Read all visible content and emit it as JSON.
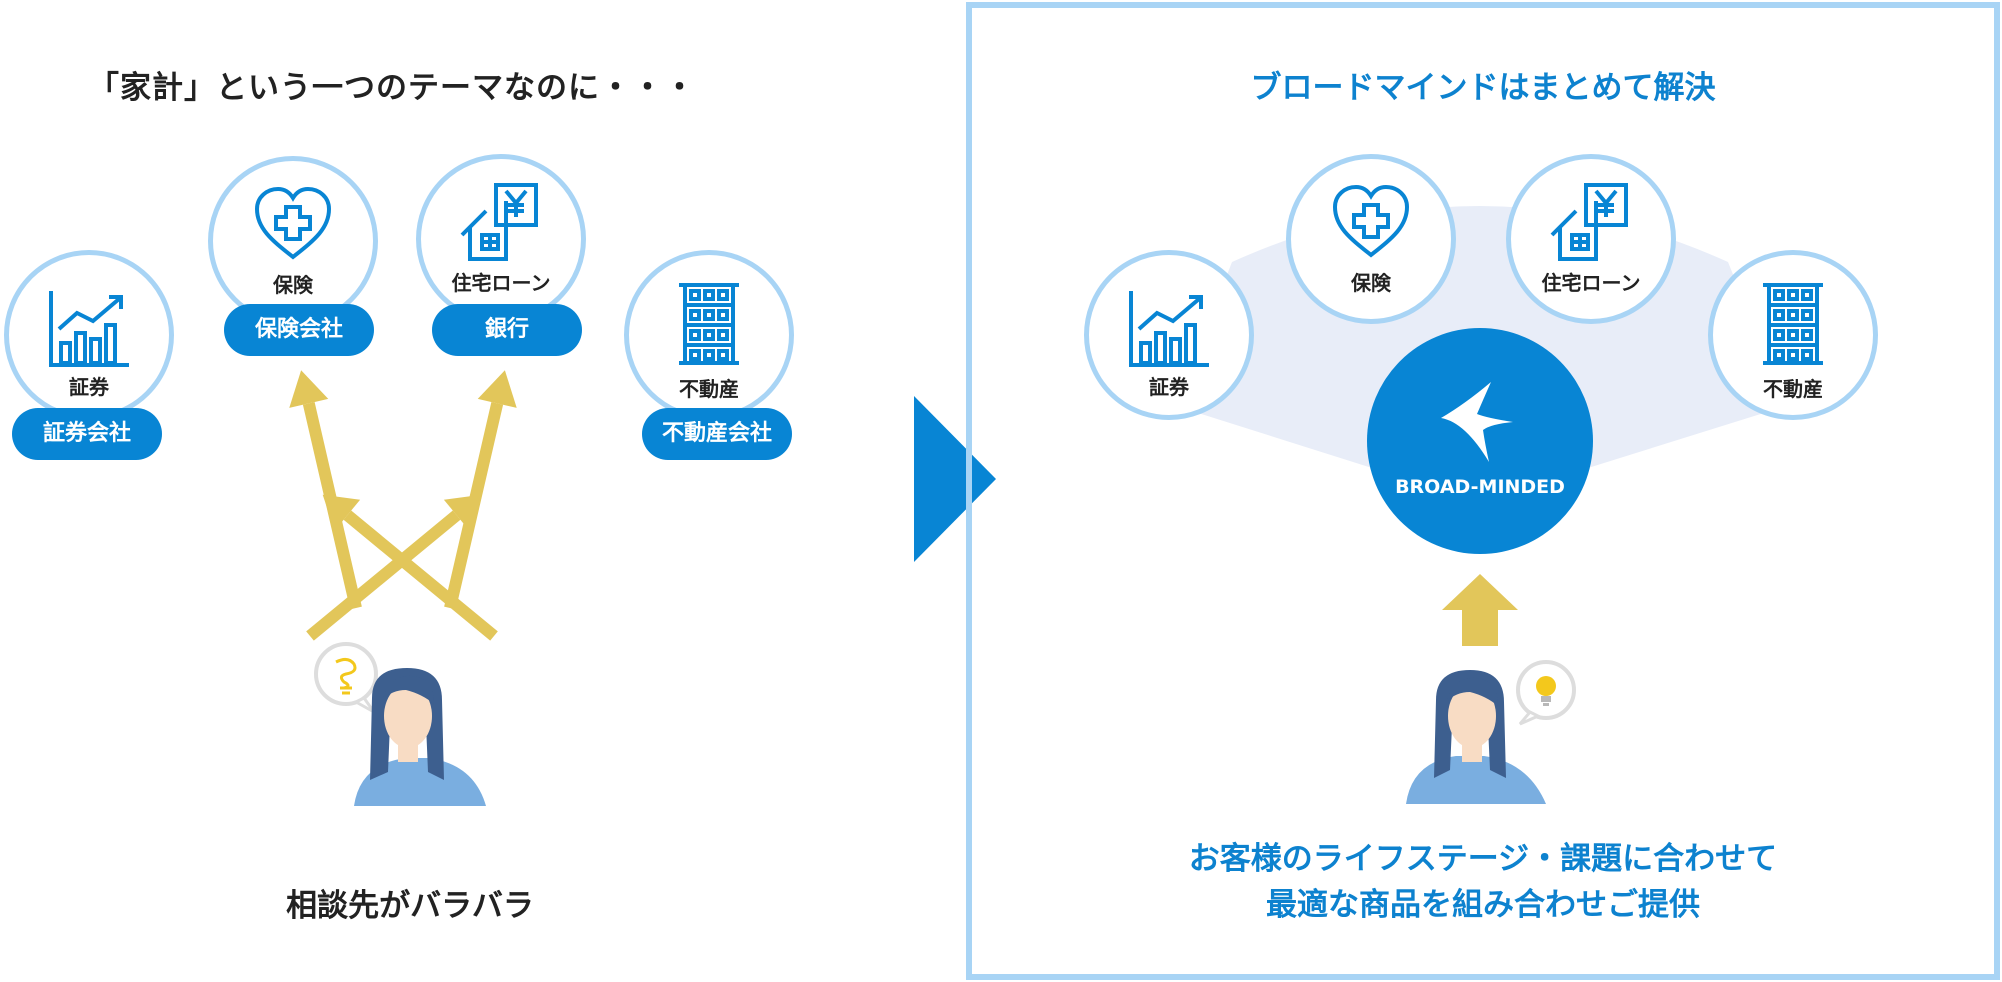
{
  "left": {
    "title": "「家計」という一つのテーマなのに・・・",
    "caption": "相談先がバラバラ",
    "categories": [
      {
        "label": "証券",
        "provider": "証券会社",
        "icon": "stock-chart-icon"
      },
      {
        "label": "保険",
        "provider": "保険会社",
        "icon": "heart-cross-icon"
      },
      {
        "label": "住宅ローン",
        "provider": "銀行",
        "icon": "house-yen-icon"
      },
      {
        "label": "不動産",
        "provider": "不動産会社",
        "icon": "building-icon"
      }
    ]
  },
  "right": {
    "title": "ブロードマインドはまとめて解決",
    "brand": "BROAD-MINDED",
    "categories": [
      {
        "label": "証券",
        "icon": "stock-chart-icon"
      },
      {
        "label": "保険",
        "icon": "heart-cross-icon"
      },
      {
        "label": "住宅ローン",
        "icon": "house-yen-icon"
      },
      {
        "label": "不動産",
        "icon": "building-icon"
      }
    ],
    "caption_line1": "お客様のライフステージ・課題に合わせて",
    "caption_line2": "最適な商品を組み合わせご提供"
  },
  "colors": {
    "accent_blue": "#0885d4",
    "light_blue": "#a8d4f5",
    "arrow_yellow": "#e2c65a",
    "fan_bg": "#e8edf8",
    "skin": "#f8dcc4",
    "hair": "#3d5f8f",
    "shirt": "#7aaee0"
  }
}
